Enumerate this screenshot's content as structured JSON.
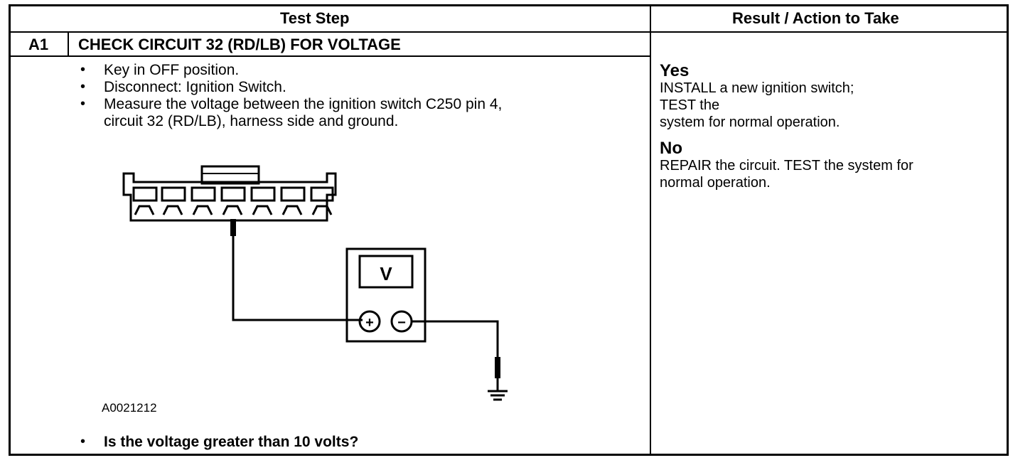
{
  "table": {
    "col_headers": [
      "Test Step",
      "Result / Action to Take"
    ],
    "step_id": "A1",
    "step_title": "CHECK CIRCUIT 32 (RD/LB) FOR VOLTAGE",
    "instructions": [
      "Key in OFF position.",
      "Disconnect: Ignition Switch.",
      "Measure the voltage between the ignition switch C250 pin 4,",
      "circuit 32 (RD/LB), harness side and ground."
    ],
    "figure_id": "A0021212",
    "question": "Is the voltage greater than 10 volts?",
    "results": {
      "yes_label": "Yes",
      "yes_lines": [
        "INSTALL a new ignition switch;",
        "TEST the",
        "system for normal operation."
      ],
      "no_label": "No",
      "no_lines": [
        "REPAIR the circuit. TEST the system for",
        "normal operation."
      ]
    }
  },
  "diagram": {
    "meter_label": "V",
    "plus_symbol": "+",
    "minus_symbol": "−"
  }
}
